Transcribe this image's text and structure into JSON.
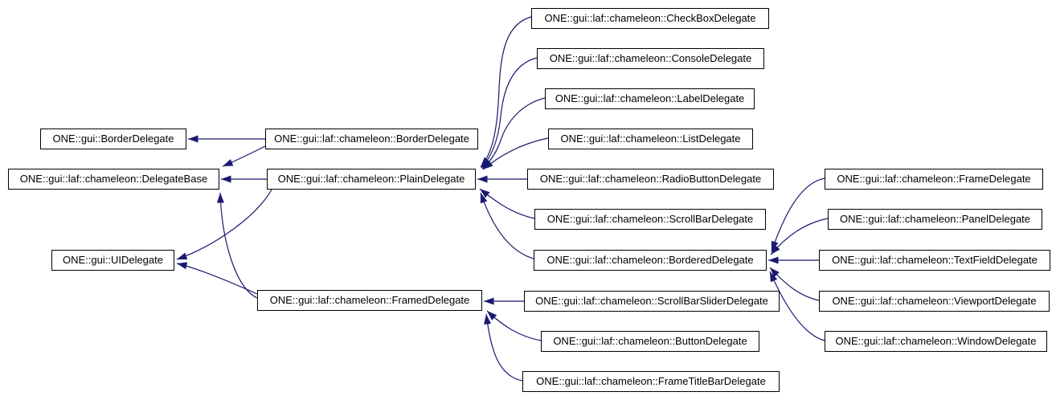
{
  "diagram": {
    "kind": "class-inheritance-graph",
    "direction": "arrows point from derived class to base class"
  },
  "colors": {
    "edge": "#191970",
    "node_border": "#000000",
    "node_fill": "#ffffff",
    "text": "#000000",
    "background": "#ffffff"
  },
  "nodes": [
    {
      "id": "gui_border_delegate",
      "label": "ONE::gui::BorderDelegate"
    },
    {
      "id": "delegate_base",
      "label": "ONE::gui::laf::chameleon::DelegateBase"
    },
    {
      "id": "ui_delegate",
      "label": "ONE::gui::UIDelegate"
    },
    {
      "id": "cham_border_delegate",
      "label": "ONE::gui::laf::chameleon::BorderDelegate"
    },
    {
      "id": "plain_delegate",
      "label": "ONE::gui::laf::chameleon::PlainDelegate"
    },
    {
      "id": "framed_delegate",
      "label": "ONE::gui::laf::chameleon::FramedDelegate"
    },
    {
      "id": "checkbox_delegate",
      "label": "ONE::gui::laf::chameleon::CheckBoxDelegate"
    },
    {
      "id": "console_delegate",
      "label": "ONE::gui::laf::chameleon::ConsoleDelegate"
    },
    {
      "id": "label_delegate",
      "label": "ONE::gui::laf::chameleon::LabelDelegate"
    },
    {
      "id": "list_delegate",
      "label": "ONE::gui::laf::chameleon::ListDelegate"
    },
    {
      "id": "radio_button_delegate",
      "label": "ONE::gui::laf::chameleon::RadioButtonDelegate"
    },
    {
      "id": "scrollbar_delegate",
      "label": "ONE::gui::laf::chameleon::ScrollBarDelegate"
    },
    {
      "id": "bordered_delegate",
      "label": "ONE::gui::laf::chameleon::BorderedDelegate"
    },
    {
      "id": "scrollbar_slider_delegate",
      "label": "ONE::gui::laf::chameleon::ScrollBarSliderDelegate"
    },
    {
      "id": "button_delegate",
      "label": "ONE::gui::laf::chameleon::ButtonDelegate"
    },
    {
      "id": "frame_titlebar_delegate",
      "label": "ONE::gui::laf::chameleon::FrameTitleBarDelegate"
    },
    {
      "id": "frame_delegate",
      "label": "ONE::gui::laf::chameleon::FrameDelegate"
    },
    {
      "id": "panel_delegate",
      "label": "ONE::gui::laf::chameleon::PanelDelegate"
    },
    {
      "id": "textfield_delegate",
      "label": "ONE::gui::laf::chameleon::TextFieldDelegate"
    },
    {
      "id": "viewport_delegate",
      "label": "ONE::gui::laf::chameleon::ViewportDelegate"
    },
    {
      "id": "window_delegate",
      "label": "ONE::gui::laf::chameleon::WindowDelegate"
    }
  ],
  "edges": [
    {
      "from": "cham_border_delegate",
      "to": "gui_border_delegate"
    },
    {
      "from": "cham_border_delegate",
      "to": "delegate_base"
    },
    {
      "from": "plain_delegate",
      "to": "delegate_base"
    },
    {
      "from": "framed_delegate",
      "to": "delegate_base"
    },
    {
      "from": "plain_delegate",
      "to": "ui_delegate"
    },
    {
      "from": "framed_delegate",
      "to": "ui_delegate"
    },
    {
      "from": "checkbox_delegate",
      "to": "plain_delegate"
    },
    {
      "from": "console_delegate",
      "to": "plain_delegate"
    },
    {
      "from": "label_delegate",
      "to": "plain_delegate"
    },
    {
      "from": "list_delegate",
      "to": "plain_delegate"
    },
    {
      "from": "radio_button_delegate",
      "to": "plain_delegate"
    },
    {
      "from": "scrollbar_delegate",
      "to": "plain_delegate"
    },
    {
      "from": "bordered_delegate",
      "to": "plain_delegate"
    },
    {
      "from": "frame_delegate",
      "to": "bordered_delegate"
    },
    {
      "from": "panel_delegate",
      "to": "bordered_delegate"
    },
    {
      "from": "textfield_delegate",
      "to": "bordered_delegate"
    },
    {
      "from": "viewport_delegate",
      "to": "bordered_delegate"
    },
    {
      "from": "window_delegate",
      "to": "bordered_delegate"
    },
    {
      "from": "scrollbar_slider_delegate",
      "to": "framed_delegate"
    },
    {
      "from": "button_delegate",
      "to": "framed_delegate"
    },
    {
      "from": "frame_titlebar_delegate",
      "to": "framed_delegate"
    }
  ]
}
